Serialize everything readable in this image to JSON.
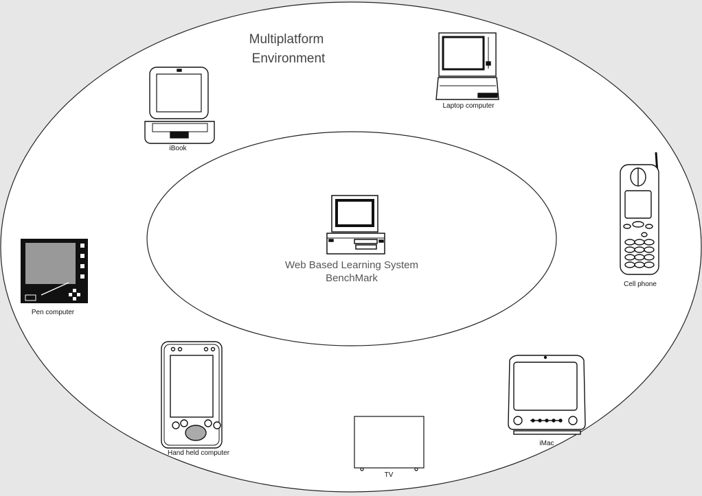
{
  "outer_title_line1": "Multiplatform",
  "outer_title_line2": "Environment",
  "center_line1": "Web Based Learning System",
  "center_line2": "BenchMark",
  "devices": {
    "ibook": "iBook",
    "laptop": "Laptop computer",
    "cellphone": "Cell phone",
    "pen": "Pen computer",
    "handheld": "Hand held computer",
    "tv": "TV",
    "imac": "iMac"
  },
  "colors": {
    "background": "#e7e7e7",
    "ellipse_fill": "#ffffff",
    "stroke": "#222222"
  }
}
